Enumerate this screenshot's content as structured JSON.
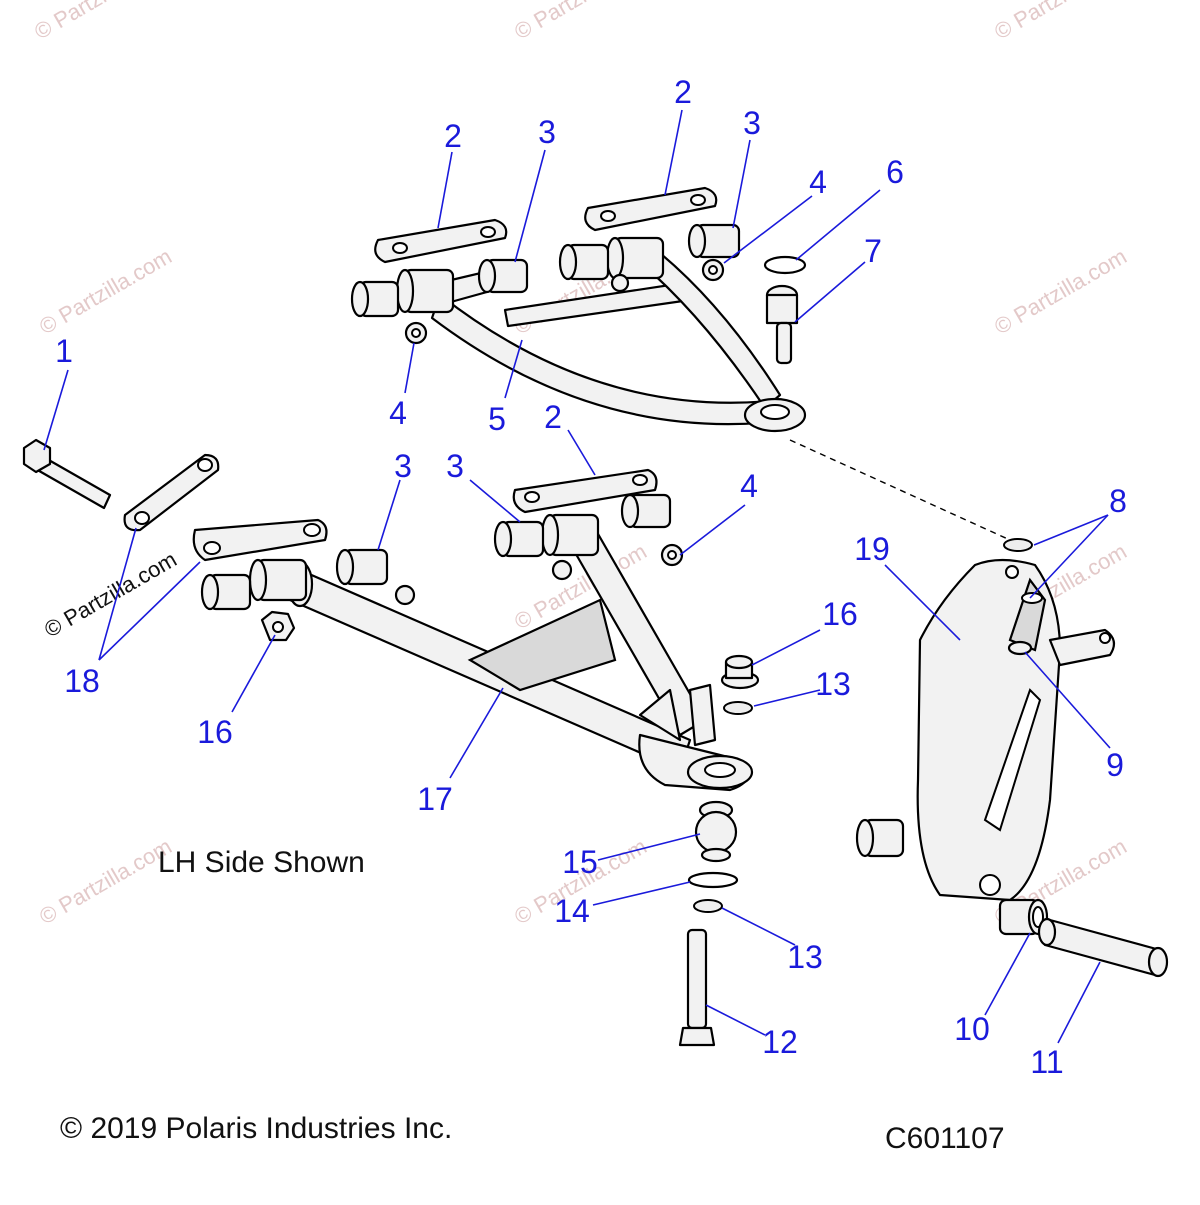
{
  "watermark_text": "© Partzilla.com",
  "view_label": "LH Side Shown",
  "copyright": "© 2019 Polaris Industries Inc.",
  "diagram_code": "C601107",
  "callouts": [
    "1",
    "2",
    "3",
    "4",
    "5",
    "6",
    "7",
    "8",
    "9",
    "10",
    "11",
    "12",
    "13",
    "14",
    "15",
    "16",
    "17",
    "18",
    "19"
  ],
  "callout_color": "#1a1adb"
}
